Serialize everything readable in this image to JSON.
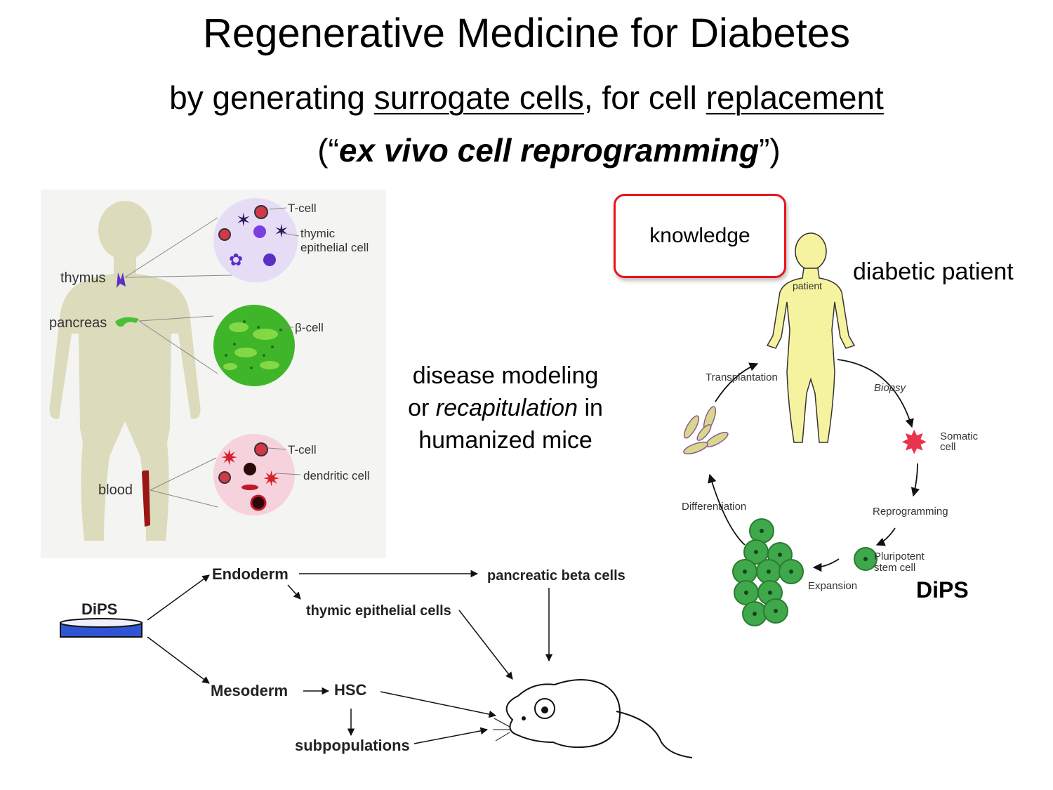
{
  "slide": {
    "title": "Regenerative Medicine for Diabetes",
    "subtitle_prefix": "by generating ",
    "subtitle_u1": "surrogate cells",
    "subtitle_mid": ", for cell ",
    "subtitle_u2": "replacement",
    "subtitle2_open": "(“",
    "subtitle2_em": "ex vivo cell reprogramming",
    "subtitle2_close": "”)"
  },
  "middle": {
    "line1": "disease modeling",
    "line2_pre": "or ",
    "line2_em": "recapitulation",
    "line2_post": " in",
    "line3": "humanized mice"
  },
  "body_figure": {
    "organs": {
      "thymus": "thymus",
      "pancreas": "pancreas",
      "blood": "blood"
    },
    "cells": {
      "t_cell_top": "T-cell",
      "thymic_line1": "thymic",
      "thymic_line2": "epithelial cell",
      "beta_cell": "β-cell",
      "t_cell_bottom": "T-cell",
      "dendritic_cell": "dendritic cell"
    },
    "colors": {
      "body": "#dcdbbb",
      "thymus": "#5b2fc2",
      "pancreas": "#48c03a",
      "blood": "#9a1515"
    }
  },
  "flow": {
    "dips": "DiPS",
    "endoderm": "Endoderm",
    "pancreatic_beta": "pancreatic beta cells",
    "thymic_epithelial": "thymic epithelial cells",
    "mesoderm": "Mesoderm",
    "hsc": "HSC",
    "subpopulations": "subpopulations"
  },
  "cycle": {
    "knowledge": "knowledge",
    "diabetic_patient": "diabetic patient",
    "patient": "patient",
    "transplantation": "Transplantation",
    "biopsy": "Biopsy",
    "somatic_line1": "Somatic",
    "somatic_line2": "cell",
    "reprogramming": "Reprogramming",
    "pluripotent_line1": "Pluripotent",
    "pluripotent_line2": "stem cell",
    "expansion": "Expansion",
    "differentiation": "Differentiation",
    "dips": "DiPS",
    "colors": {
      "patient": "#f6f3a0",
      "somatic": "#e8344d",
      "stem": "#3fa84a",
      "box_border": "#e8141b"
    }
  }
}
